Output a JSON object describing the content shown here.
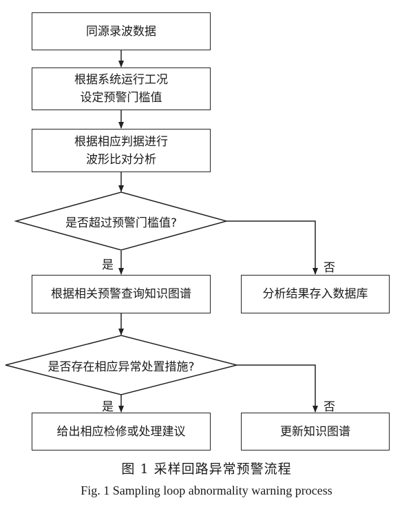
{
  "nodes": {
    "source_data": "同源录波数据",
    "set_threshold": "根据系统运行工况\n设定预警门槛值",
    "waveform_compare": "根据相应判据进行\n波形比对分析",
    "exceed_threshold_q": "是否超过预警门槛值?",
    "query_kg": "根据相关预警查询知识图谱",
    "store_db": "分析结果存入数据库",
    "measures_exist_q": "是否存在相应异常处置措施?",
    "give_advice": "给出相应检修或处理建议",
    "update_kg": "更新知识图谱"
  },
  "labels": {
    "yes": "是",
    "no": "否"
  },
  "caption": {
    "cn": "图 1    采样回路异常预警流程",
    "en": "Fig. 1    Sampling loop abnormality warning process"
  }
}
